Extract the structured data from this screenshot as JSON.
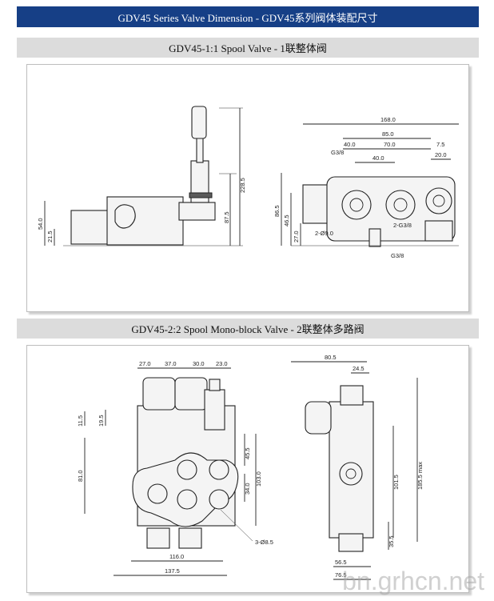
{
  "header": {
    "title": "GDV45 Series Valve Dimension - GDV45系列阀体装配尺寸"
  },
  "section1": {
    "title": "GDV45-1:1 Spool Valve - 1联整体阀",
    "side_dims": {
      "d228_5": "228.5",
      "d87_5": "87.5",
      "d54": "54.0",
      "d21_5": "21.5"
    },
    "front_dims": {
      "d168": "168.0",
      "d85": "85.0",
      "d40a": "40.0",
      "d70": "70.0",
      "d7_5": "7.5",
      "d20": "20.0",
      "d40b": "40.0",
      "d86_5": "86.5",
      "d46_5": "46.5",
      "d27": "27.0",
      "port_top": "G3/8",
      "port_mid": "2-G3/8",
      "hole": "2-Ø9.0",
      "port_bot": "G3/8"
    }
  },
  "section2": {
    "title": "GDV45-2:2 Spool Mono-block Valve - 2联整体多路阀",
    "front_dims": {
      "d27": "27.0",
      "d37": "37.0",
      "d30": "30.0",
      "d23": "23.0",
      "d11_5": "11.5",
      "d19_5": "19.5",
      "d81": "81.0",
      "d45_5": "45.5",
      "d34": "34.0",
      "d103": "103.0",
      "d116": "116.0",
      "d137_5": "137.5",
      "hole": "3-Ø8.5"
    },
    "side_dims": {
      "d80_5": "80.5",
      "d24_5": "24.5",
      "d101_5": "101.5",
      "d185_5": "185.5 max",
      "d35_5": "35.5",
      "d56": "56.5",
      "d76_5": "76.5"
    }
  },
  "watermark": "bn.grhcn.net"
}
